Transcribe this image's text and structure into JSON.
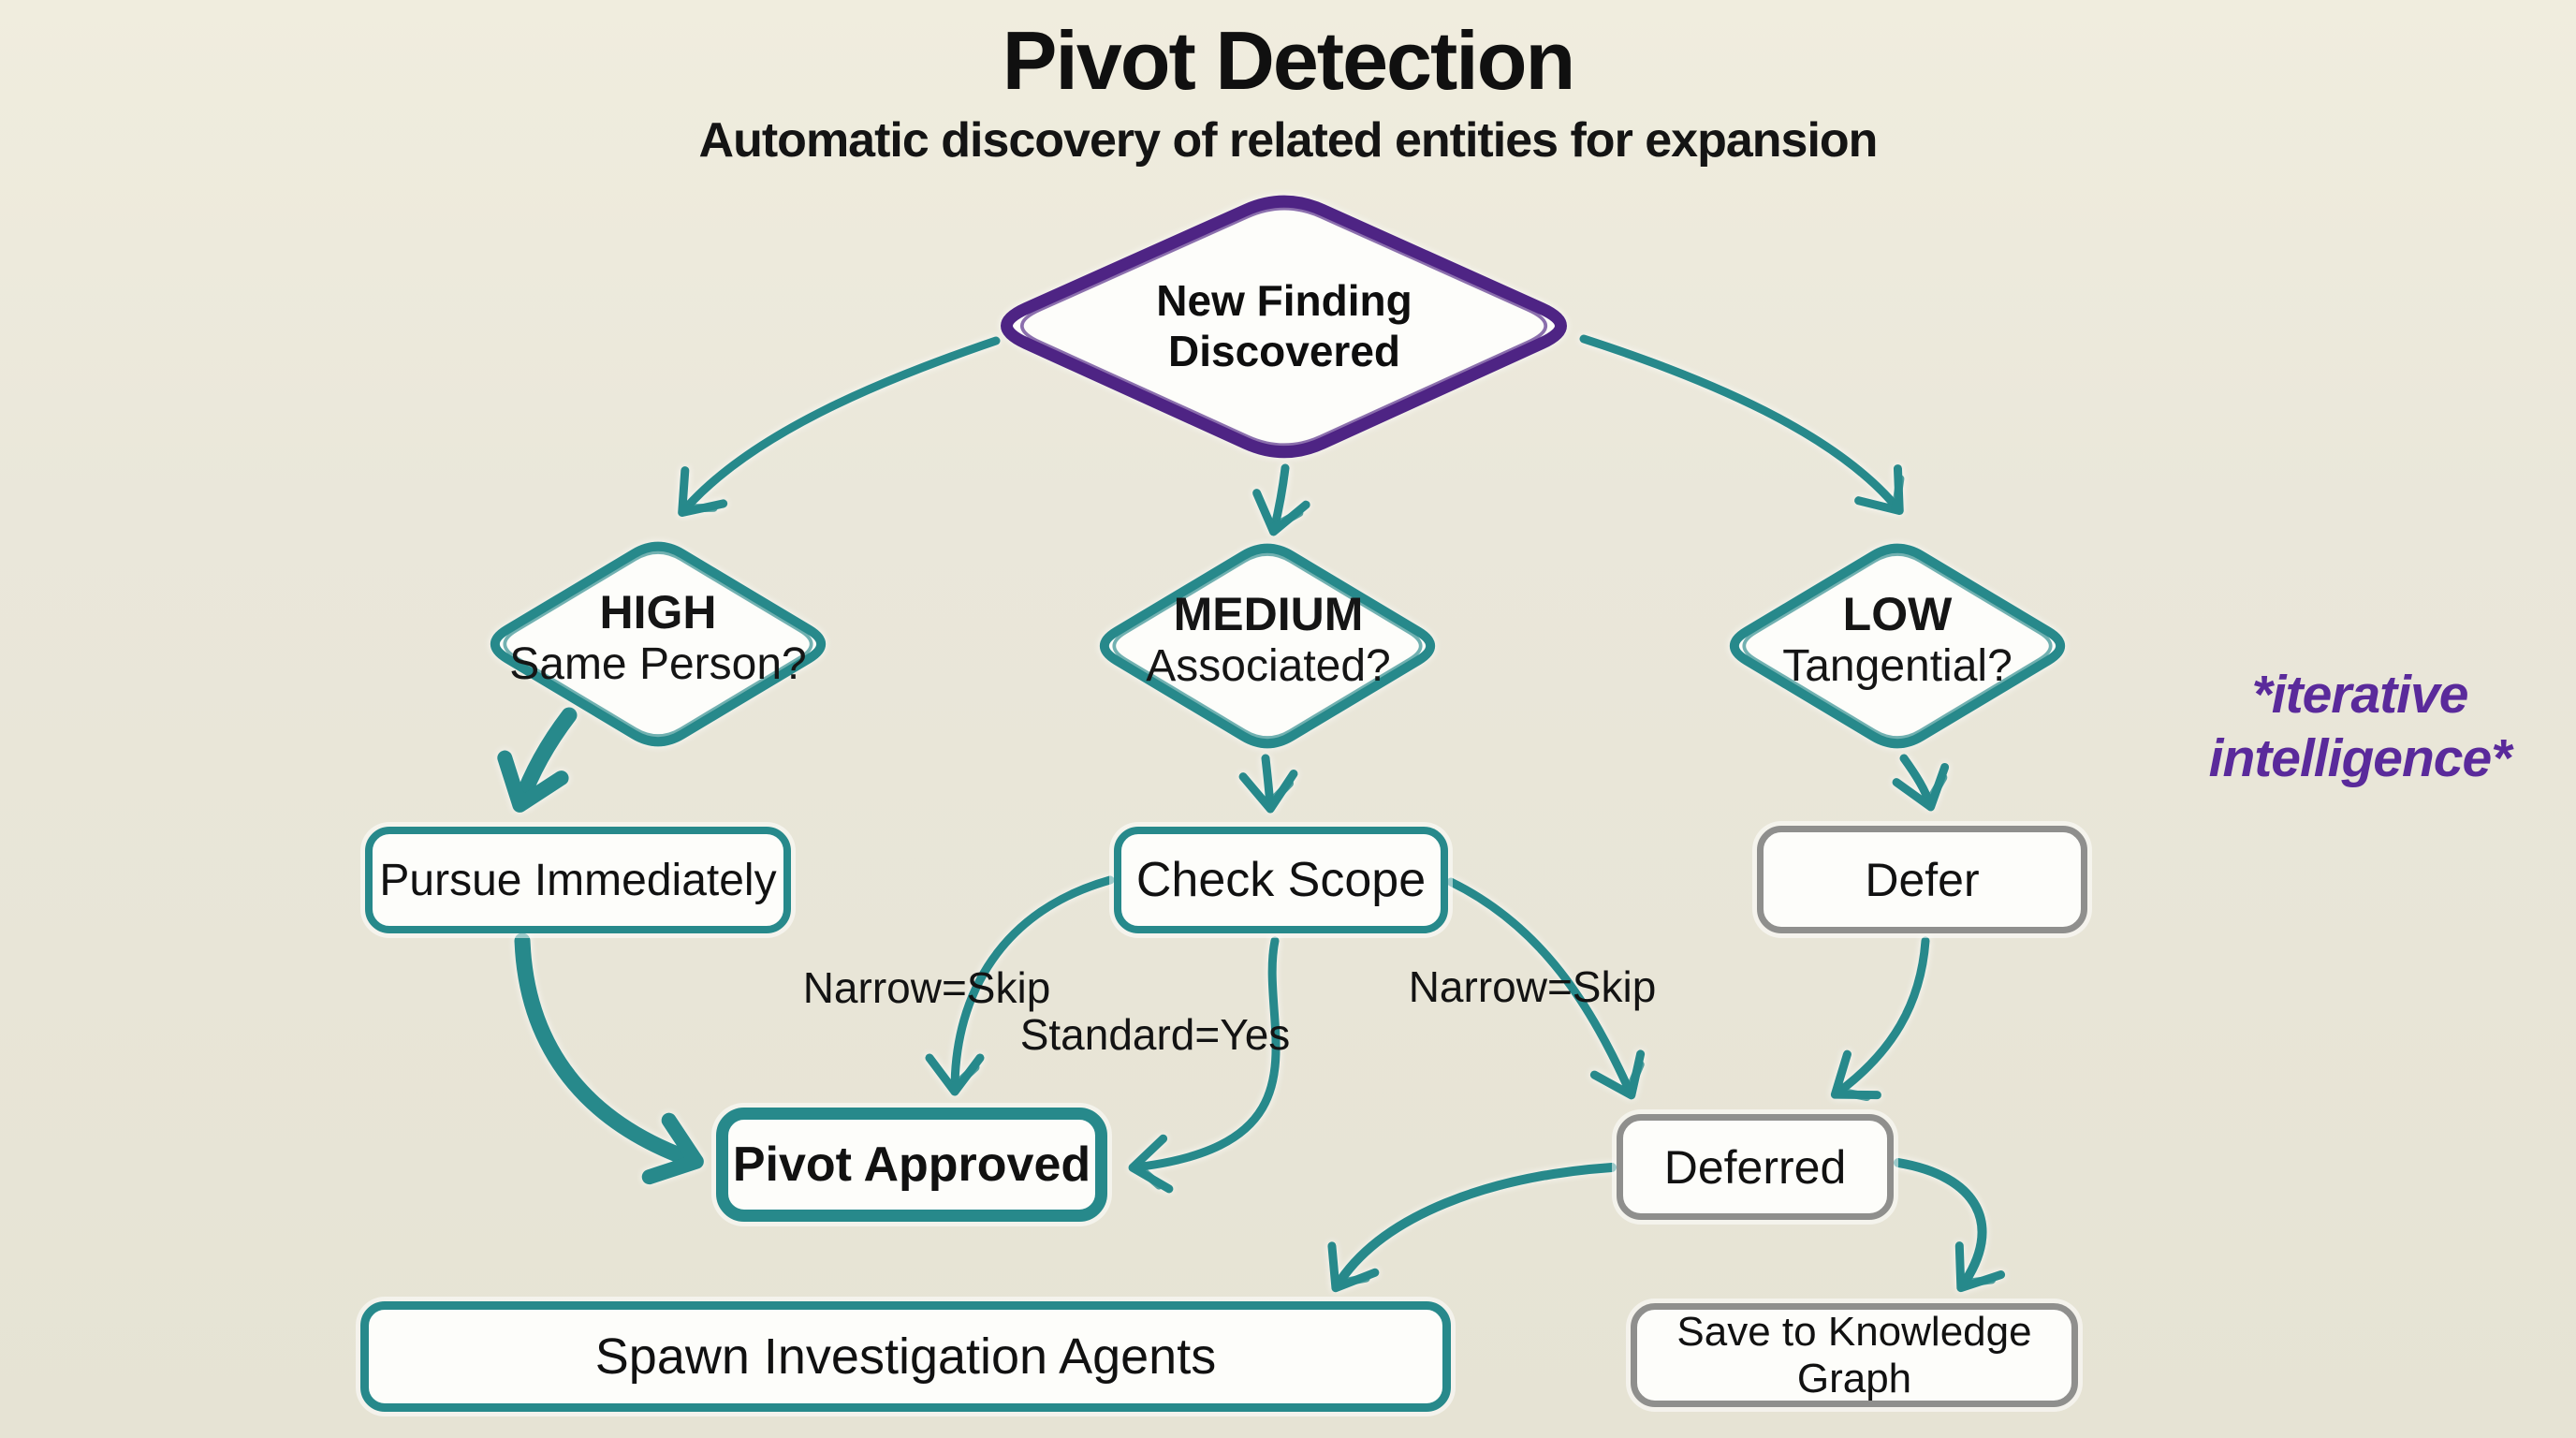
{
  "header": {
    "title": "Pivot Detection",
    "subtitle": "Automatic discovery of related entities for expansion"
  },
  "nodes": {
    "root": {
      "line1": "New Finding",
      "line2": "Discovered"
    },
    "high": {
      "level": "HIGH",
      "question": "Same Person?"
    },
    "medium": {
      "level": "MEDIUM",
      "question": "Associated?"
    },
    "low": {
      "level": "LOW",
      "question": "Tangential?"
    },
    "pursue": {
      "label": "Pursue Immediately"
    },
    "check": {
      "label": "Check Scope"
    },
    "defer": {
      "label": "Defer"
    },
    "pivot": {
      "label": "Pivot Approved"
    },
    "deferred": {
      "label": "Deferred"
    },
    "spawn": {
      "label": "Spawn Investigation Agents"
    },
    "save": {
      "label": "Save to Knowledge Graph"
    }
  },
  "edge_labels": {
    "narrow_skip_left": "Narrow=Skip",
    "standard_yes": "Standard=Yes",
    "narrow_skip_right": "Narrow=Skip"
  },
  "annotation": {
    "line1": "*iterative",
    "line2": "intelligence*"
  },
  "colors": {
    "background": "#eae7da",
    "teal": "#27898b",
    "purple": "#4e2484",
    "purple_text": "#5a2a9b",
    "gray": "#8f8f8d",
    "ink": "#151515",
    "node_fill": "#fdfdfa"
  }
}
